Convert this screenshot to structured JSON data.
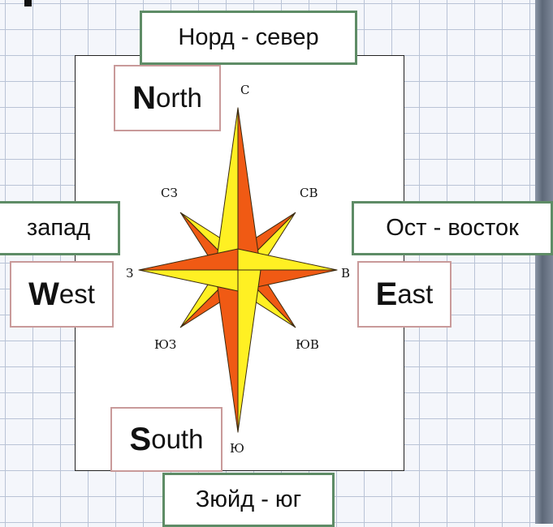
{
  "labels": {
    "nord": "Норд - север",
    "west_ru": "запад",
    "ost": "Ост - восток",
    "zuid": "Зюйд - юг"
  },
  "cards": {
    "north": {
      "cap": "N",
      "rest": "orth"
    },
    "west": {
      "cap": "W",
      "rest": "est"
    },
    "east": {
      "cap": "E",
      "rest": "ast"
    },
    "south": {
      "cap": "S",
      "rest": "outh"
    }
  },
  "rose": {
    "n": "С",
    "s": "Ю",
    "w": "З",
    "e": "В",
    "nw": "СЗ",
    "ne": "СВ",
    "sw": "ЮЗ",
    "se": "ЮВ"
  },
  "colors": {
    "orange": "#f05a14",
    "yellow": "#fff023",
    "frame_green": "#5e8c66",
    "frame_pink": "#c99a9a"
  }
}
